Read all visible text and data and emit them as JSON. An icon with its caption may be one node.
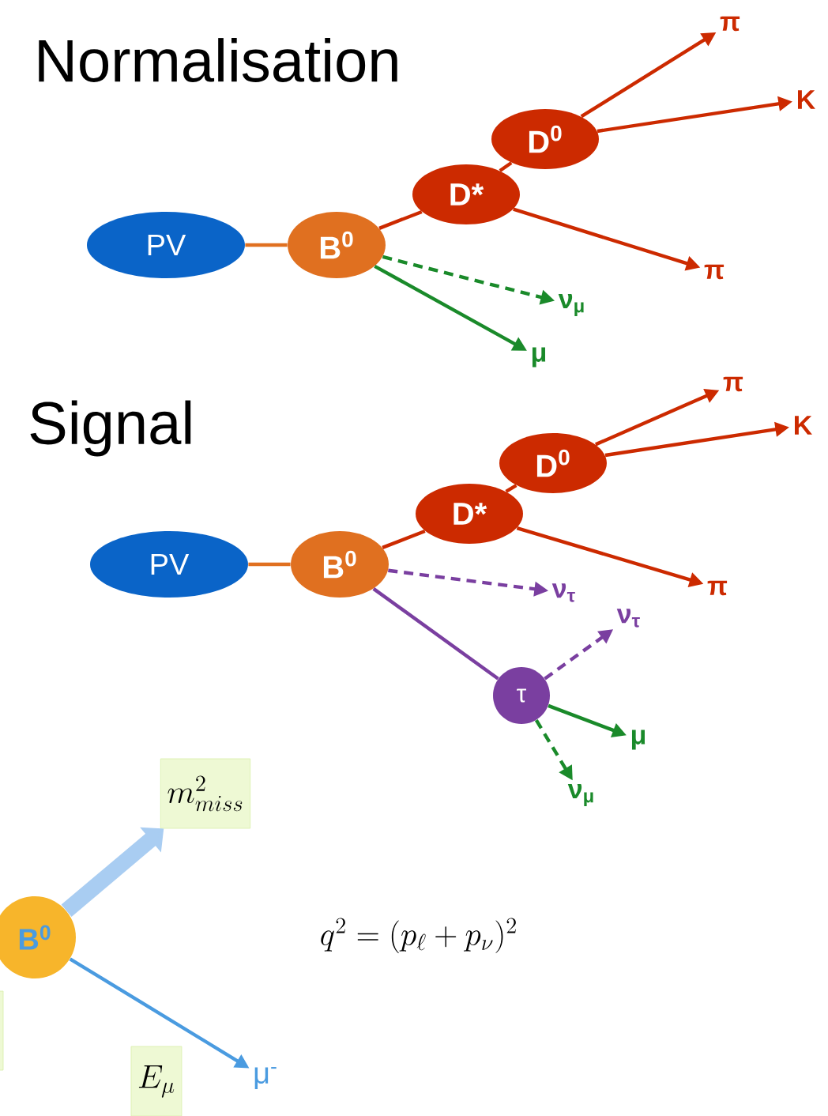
{
  "diagram": {
    "title": "Normalisation",
    "nodes": [
      {
        "text": [
          "PV"
        ]
      },
      {
        "text": [
          "B$^{0}$"
        ]
      },
      {
        "text": [
          "D*"
        ]
      },
      {
        "text": [
          "D$^{0}$"
        ]
      },
      {
        "text": [
          "π"
        ]
      },
      {
        "text": [
          "K"
        ]
      },
      {
        "text": [
          "π"
        ]
      },
      {
        "text": [
          "ν$_{μ}$"
        ]
      },
      {
        "text": [
          "μ"
        ]
      },
      {
        "text": [
          "PV"
        ]
      },
      {
        "text": [
          "B$^{0}$"
        ]
      },
      {
        "text": [
          "D*"
        ]
      },
      {
        "text": [
          "D$^{0}$"
        ]
      },
      {
        "text": [
          "π"
        ]
      },
      {
        "text": [
          "K"
        ]
      },
      {
        "text": [
          "π"
        ]
      },
      {
        "text": [
          "ν$_{τ}$"
        ]
      },
      {
        "text": [
          "ν$_{τ}$"
        ]
      },
      {
        "text": [
          "τ"
        ]
      },
      {
        "text": [
          "μ"
        ]
      },
      {
        "text": [
          "ν$_{μ}$"
        ]
      },
      {
        "text": [
          "m^{2}_{miss}"
        ]
      },
      {
        "text": [
          "B$^{0}$"
        ]
      },
      {
        "text": [
          "E_{\\mu}"
        ]
      },
      {
        "text": [
          "μ$^{-}$"
        ]
      },
      {
        "text": [],
        "shape": "box"
      }
    ],
    "edges": [
      {
        "from": 0,
        "to": 1,
        "arrow": "none",
        "color": "#e07020"
      },
      {
        "from": 1,
        "to": 2,
        "arrow": "none"
      },
      {
        "from": 2,
        "to": 3,
        "arrow": "none"
      },
      {
        "from": 3,
        "to": 4,
        "arrow": "to"
      },
      {
        "from": 3,
        "to": 5,
        "arrow": "to"
      },
      {
        "from": 2,
        "to": 6,
        "arrow": "to"
      },
      {
        "from": 1,
        "to": 7,
        "arrow": "to",
        "style": "dashed",
        "color": "#1a8a2a"
      },
      {
        "from": 1,
        "to": 8,
        "arrow": "to",
        "color": "#1a8a2a"
      },
      {
        "from": 9,
        "to": 10,
        "arrow": "none",
        "color": "#e07020"
      },
      {
        "from": 10,
        "to": 11,
        "arrow": "none"
      },
      {
        "from": 11,
        "to": 12,
        "arrow": "none"
      },
      {
        "from": 12,
        "to": 13,
        "arrow": "to"
      },
      {
        "from": 12,
        "to": 14,
        "arrow": "to"
      },
      {
        "from": 11,
        "to": 15,
        "arrow": "to"
      },
      {
        "from": 10,
        "to": 16,
        "arrow": "to",
        "style": "dashed",
        "color": "#7a3fa0"
      },
      {
        "from": 10,
        "to": 18,
        "arrow": "none",
        "color": "#7a3fa0"
      },
      {
        "from": 18,
        "to": 17,
        "arrow": "to",
        "style": "dashed",
        "color": "#7a3fa0"
      },
      {
        "from": 18,
        "to": 19,
        "arrow": "to",
        "color": "#1a8a2a"
      },
      {
        "from": 18,
        "to": 20,
        "arrow": "to",
        "style": "dashed",
        "color": "#1a8a2a"
      },
      {
        "from": 22,
        "to": 21,
        "arrow": "to",
        "style": "thick",
        "color": "#a9cdf2"
      },
      {
        "from": 22,
        "to": 24,
        "arrow": "to",
        "color": "#4a9be0"
      }
    ],
    "labels": [
      "Signal",
      "q^{2} = (p_{\\ell} + p_{\\nu})^{2}"
    ]
  }
}
